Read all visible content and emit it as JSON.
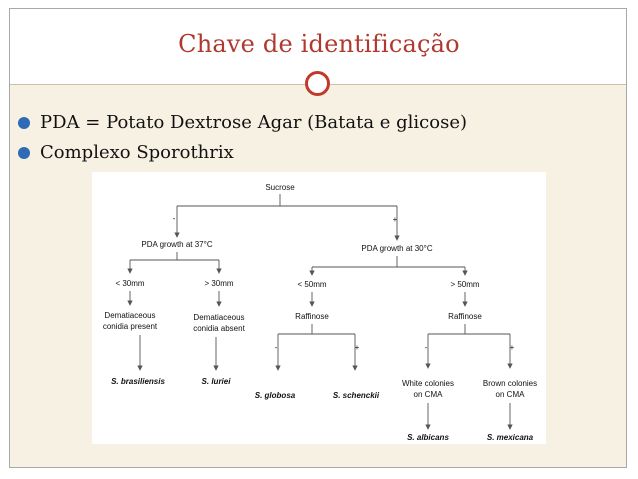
{
  "slide": {
    "title": "Chave de identificação",
    "bullets": [
      "PDA = Potato Dextrose Agar (Batata e glicose)",
      "Complexo Sporothrix"
    ]
  },
  "colors": {
    "title": "#b0382f",
    "accent_circle": "#c0392b",
    "bullet": "#2f6ab5",
    "content_background": "#f6f1e2"
  },
  "diagram": {
    "root": "Sucrose",
    "minus": "-",
    "plus": "+",
    "left_branch": {
      "test": "PDA growth at 37°C",
      "under": "< 30mm",
      "over": "> 30mm",
      "under_trait": [
        "Dematiaceous",
        "conidia present"
      ],
      "over_trait": [
        "Dematiaceous",
        "conidia absent"
      ],
      "under_species": "S. brasiliensis",
      "over_species": "S. luriei"
    },
    "right_branch": {
      "test": "PDA growth at 30°C",
      "under": "< 50mm",
      "over": "> 50mm",
      "under_test": "Raffinose",
      "over_test": "Raffinose",
      "under_minus_species": "S. globosa",
      "under_plus_species": "S. schenckii",
      "over_minus_trait": [
        "White colonies",
        "on CMA"
      ],
      "over_plus_trait": [
        "Brown colonies",
        "on CMA"
      ],
      "over_minus_species": "S. albicans",
      "over_plus_species": "S. mexicana"
    }
  }
}
